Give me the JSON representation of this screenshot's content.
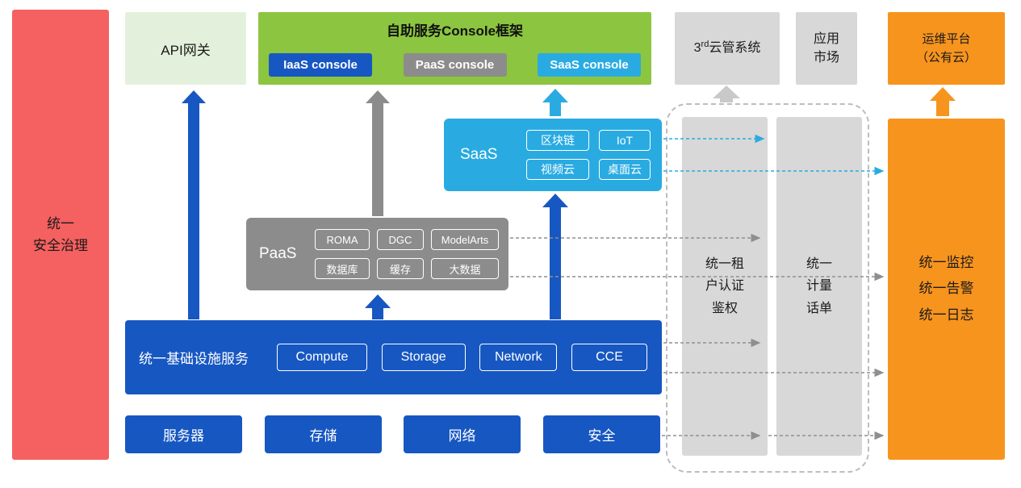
{
  "palette": {
    "red": "#F56060",
    "pale_green": "#E3F1DC",
    "green": "#8CC540",
    "blue": "#1757C2",
    "cyan": "#29ABE2",
    "gray": "#8C8C8C",
    "light_gray": "#D8D8D8",
    "orange": "#F7941E"
  },
  "security_bar": {
    "label": "统一\n安全治理"
  },
  "api_gateway": {
    "label": "API网关"
  },
  "console": {
    "title": "自助服务Console框架",
    "chips": [
      "IaaS console",
      "PaaS console",
      "SaaS console"
    ]
  },
  "third_party": {
    "prefix": "3",
    "sup": "rd",
    "suffix": "云管系统"
  },
  "app_market": {
    "label": "应用\n市场"
  },
  "ops_platform": {
    "label": "运维平台\n（公有云）"
  },
  "saas": {
    "label": "SaaS",
    "items": [
      "区块链",
      "IoT",
      "视频云",
      "桌面云"
    ]
  },
  "paas": {
    "label": "PaaS",
    "items": [
      "ROMA",
      "DGC",
      "ModelArts",
      "数据库",
      "缓存",
      "大数据"
    ]
  },
  "infrastructure": {
    "label": "统一基础设施服务",
    "items": [
      "Compute",
      "Storage",
      "Network",
      "CCE"
    ]
  },
  "hardware": {
    "items": [
      "服务器",
      "存储",
      "网络",
      "安全"
    ]
  },
  "pipelines": {
    "auth": "统一租\n户认证\n鉴权",
    "metering": "统一\n计量\n话单"
  },
  "monitoring": {
    "label": "统一监控\n统一告警\n统一日志"
  }
}
